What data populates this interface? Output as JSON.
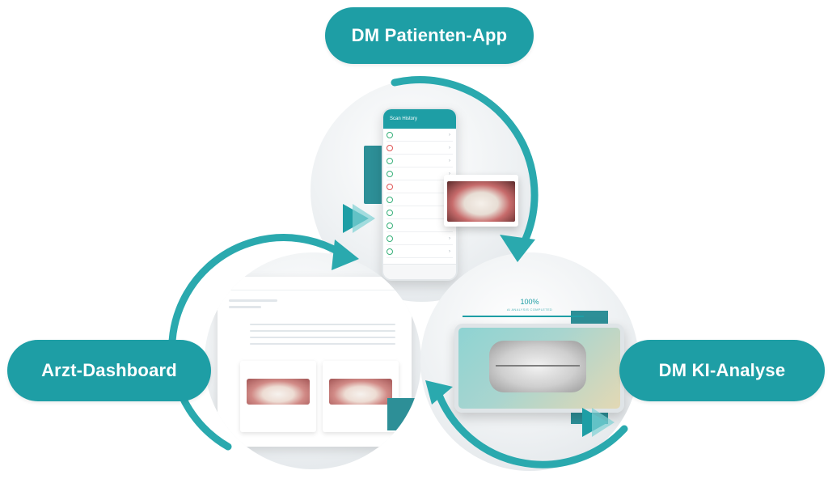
{
  "labels": {
    "patient_app": "DM Patienten-App",
    "doctor_dashboard": "Arzt-Dashboard",
    "ai_analysis": "DM KI-Analyse"
  },
  "patient_app_mockup": {
    "header": "Scan History"
  },
  "ai_mockup": {
    "progress": "100%",
    "status": "AI ANALYSIS COMPLETED"
  },
  "colors": {
    "brand_teal": "#1e9ea5",
    "accent_dark_teal": "#2d8f97",
    "arrow_teal": "#2aa9ae"
  },
  "icons": {
    "cycle": "circular-arrows-icon",
    "play": "play-triangle-icon"
  }
}
